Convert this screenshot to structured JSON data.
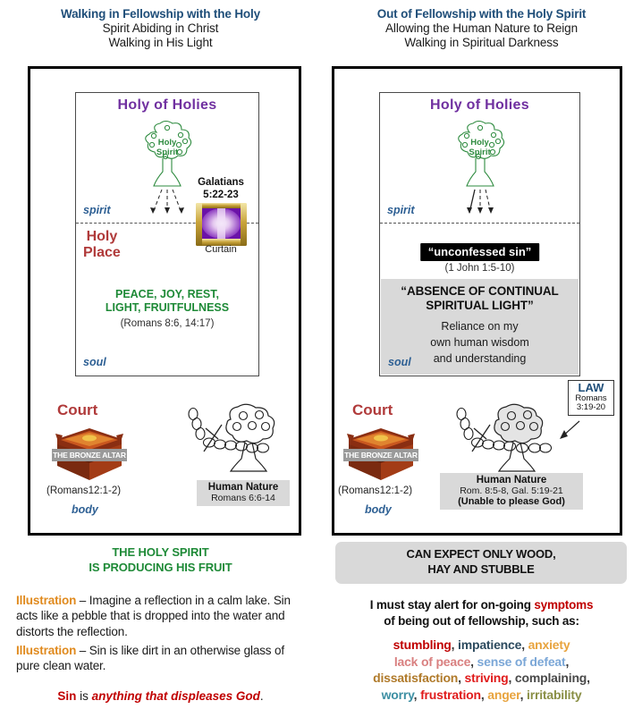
{
  "left": {
    "heading": {
      "line1": "Walking in Fellowship with the Holy",
      "line2": "Spirit Abiding in Christ",
      "line3": "Walking in His Light"
    },
    "sanctuary_title": "Holy of Holies",
    "holy_spirit_label_1": "Holy",
    "holy_spirit_label_2": "Spirit",
    "spirit_label": "spirit",
    "soul_label": "soul",
    "holy_place_1": "Holy",
    "holy_place_2": "Place",
    "galatians_1": "Galatians",
    "galatians_2": "5:22-23",
    "curtain_caption": "Curtain",
    "fruit_line1": "PEACE, JOY, REST,",
    "fruit_line2": "LIGHT, FRUITFULNESS",
    "fruit_ref": "(Romans 8:6, 14:17)",
    "court_title": "Court",
    "altar_band": "THE BRONZE ALTAR",
    "altar_ref": "(Romans12:1-2)",
    "body_label": "body",
    "nature_title": "Human Nature",
    "nature_ref": "Romans 6:6-14",
    "banner_line1": "THE HOLY SPIRIT",
    "banner_line2": "IS PRODUCING HIS FRUIT",
    "illustration_kw": "Illustration",
    "illustration_1": " – Imagine a reflection in a calm lake.  Sin acts like a pebble that is dropped into the water and distorts the reflection.",
    "illustration_2": " – Sin is like dirt in an otherwise glass of pure clean water.",
    "sin_word": "Sin",
    "sin_is": " is ",
    "sin_phrase": "anything that displeases God",
    "sin_period": "."
  },
  "right": {
    "heading": {
      "line1": "Out of Fellowship with the Holy Spirit",
      "line2": "Allowing the Human Nature to Reign",
      "line3": "Walking in Spiritual Darkness"
    },
    "sanctuary_title": "Holy of Holies",
    "holy_spirit_label_1": "Holy",
    "holy_spirit_label_2": "Spirit",
    "spirit_label": "spirit",
    "soul_label": "soul",
    "unconfessed": "“unconfessed sin”",
    "unconfessed_ref": "(1 John 1:5-10)",
    "absence_line1": "“ABSENCE OF CONTINUAL",
    "absence_line2": "SPIRITUAL LIGHT”",
    "reliance_line1": "Reliance on my",
    "reliance_line2": "own human wisdom",
    "reliance_line3": "and understanding",
    "law_title": "LAW",
    "law_ref_1": "Romans",
    "law_ref_2": "3:19-20",
    "court_title": "Court",
    "altar_band": "THE BRONZE ALTAR",
    "altar_ref": "(Romans12:1-2)",
    "body_label": "body",
    "nature_title": "Human Nature",
    "nature_ref": "Rom. 8:5-8, Gal. 5:19-21",
    "nature_note": "(Unable to please God)",
    "banner_line1": "CAN EXPECT ONLY WOOD,",
    "banner_line2": "HAY AND STUBBLE",
    "alert_line1_a": "I must stay alert for on-going ",
    "alert_line1_kw": "symptoms",
    "alert_line2": "of being out of fellowship, such as:",
    "symptoms": [
      {
        "text": "stumbling",
        "color": "#c00000"
      },
      {
        "text": "impatience",
        "color": "#2c4a5e"
      },
      {
        "text": "anxiety",
        "color": "#e8a33d"
      },
      {
        "text": "lack of peace",
        "color": "#d98080"
      },
      {
        "text": "sense of defeat",
        "color": "#7ba7d7"
      },
      {
        "text": "dissatisfaction",
        "color": "#b07a2a"
      },
      {
        "text": "striving",
        "color": "#e01b1b"
      },
      {
        "text": "complaining",
        "color": "#4a4a4a"
      },
      {
        "text": "worry",
        "color": "#3d8fa3"
      },
      {
        "text": "frustration",
        "color": "#e01b1b"
      },
      {
        "text": "anger",
        "color": "#e8a33d"
      },
      {
        "text": "irritability",
        "color": "#8a8f45"
      }
    ],
    "symptom_lines": [
      [
        0,
        1,
        2
      ],
      [
        3,
        4
      ],
      [
        5,
        6,
        7
      ],
      [
        8,
        9,
        10,
        11
      ]
    ]
  },
  "colors": {
    "heading_blue": "#1f4e79",
    "purple": "#7030a0",
    "tree_green": "#2e8b3f",
    "tier_blue": "#2e6094",
    "holy_place_red": "#b03a3a",
    "fruit_green": "#1e8a37",
    "gray_block": "#d9d9d9",
    "sin_red": "#c00000",
    "illus_orange": "#e08a1e"
  }
}
